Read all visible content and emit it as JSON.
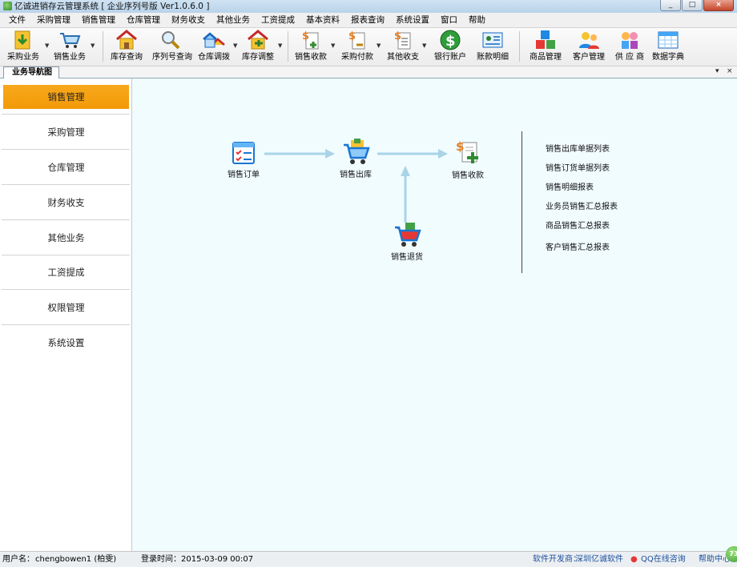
{
  "window": {
    "title": "亿诚进销存云管理系统 [ 企业序列号版 Ver1.0.6.0 ]",
    "minimize": "_",
    "maximize": "□",
    "close": "×"
  },
  "menu": [
    "文件",
    "采购管理",
    "销售管理",
    "仓库管理",
    "财务收支",
    "其他业务",
    "工资提成",
    "基本资料",
    "报表查询",
    "系统设置",
    "窗口",
    "帮助"
  ],
  "toolbar": {
    "purchase": "采购业务",
    "sales": "销售业务",
    "stock_query": "库存查询",
    "serial_query": "序列号查询",
    "transfer": "仓库调拨",
    "stock_adjust": "库存调整",
    "sales_receipt": "销售收款",
    "purchase_payment": "采购付款",
    "other_finance": "其他收支",
    "bank_account": "银行账户",
    "account_detail": "账款明细",
    "goods": "商品管理",
    "customers": "客户管理",
    "suppliers": "供 应 商",
    "dictionary": "数据字典"
  },
  "tab": {
    "label": "业务导航图",
    "pin": "▾",
    "close": "×"
  },
  "sidebar": {
    "items": [
      "销售管理",
      "采购管理",
      "仓库管理",
      "财务收支",
      "其他业务",
      "工资提成",
      "权限管理",
      "系统设置"
    ],
    "active": 0
  },
  "flow": {
    "order": "销售订单",
    "outbound": "销售出库",
    "receipt": "销售收款",
    "return": "销售退货"
  },
  "reports": [
    "销售出库单据列表",
    "销售订货单据列表",
    "销售明细报表",
    "业务员销售汇总报表",
    "商品销售汇总报表",
    "客户销售汇总报表"
  ],
  "status": {
    "user_label": "用户名：",
    "user_value": "chengbowen1 (柏雯)",
    "login_label": "登录时间：",
    "login_value": "2015-03-09 00:07",
    "developer_label": "软件开发商：",
    "developer_value": "深圳亿诚软件",
    "qq": "QQ在线咨询",
    "help": "帮助中心"
  },
  "badge": "73"
}
